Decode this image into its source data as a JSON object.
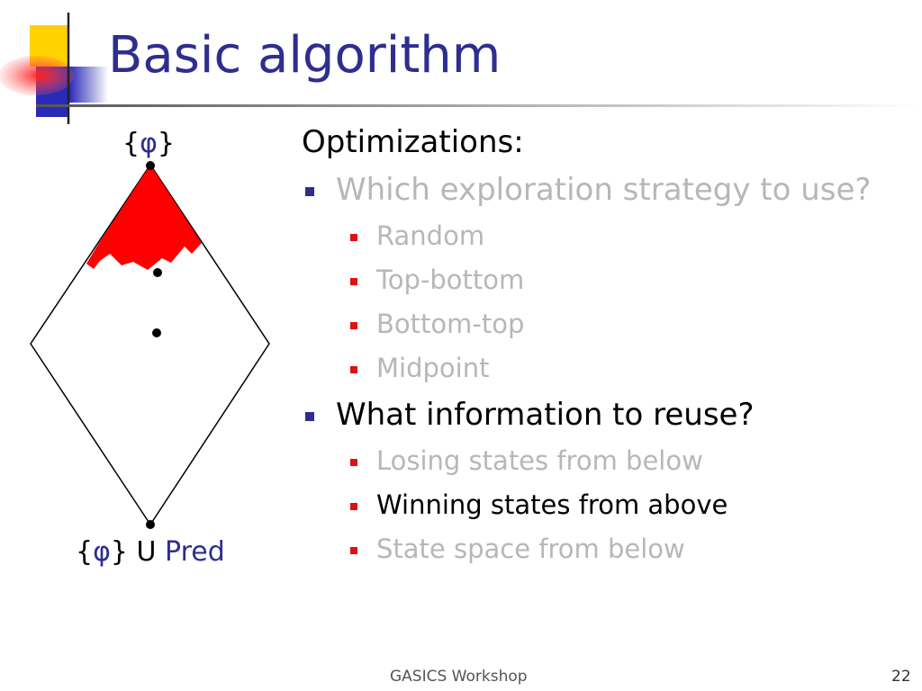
{
  "slide": {
    "title": "Basic algorithm",
    "diagram": {
      "top_label": {
        "brace_open": "{",
        "phi": "φ",
        "brace_close": "}"
      },
      "bottom_label": {
        "brace_open": "{",
        "phi": "φ",
        "brace_close": "}",
        "union": " U ",
        "pred": "Pred"
      }
    },
    "content": {
      "heading": "Optimizations:",
      "sections": [
        {
          "text": "Which exploration strategy to use?",
          "state": "dimmed",
          "items": [
            {
              "text": "Random",
              "state": "dimmed"
            },
            {
              "text": "Top-bottom",
              "state": "dimmed"
            },
            {
              "text": "Bottom-top",
              "state": "dimmed"
            },
            {
              "text": "Midpoint",
              "state": "dimmed"
            }
          ]
        },
        {
          "text": "What information to reuse?",
          "state": "active",
          "items": [
            {
              "text": "Losing states from below",
              "state": "dimmed"
            },
            {
              "text": "Winning states from above",
              "state": "active"
            },
            {
              "text": "State space from below",
              "state": "dimmed"
            }
          ]
        }
      ]
    },
    "footer": "GASICS Workshop",
    "page_number": "22"
  },
  "colors": {
    "title": "#2e2e8f",
    "bullet_level1": "#2e2e8f",
    "bullet_level2": "#e01010",
    "highlight_region": "#ff0000",
    "dimmed_text": "#b7b7b7",
    "active_text": "#000000"
  }
}
